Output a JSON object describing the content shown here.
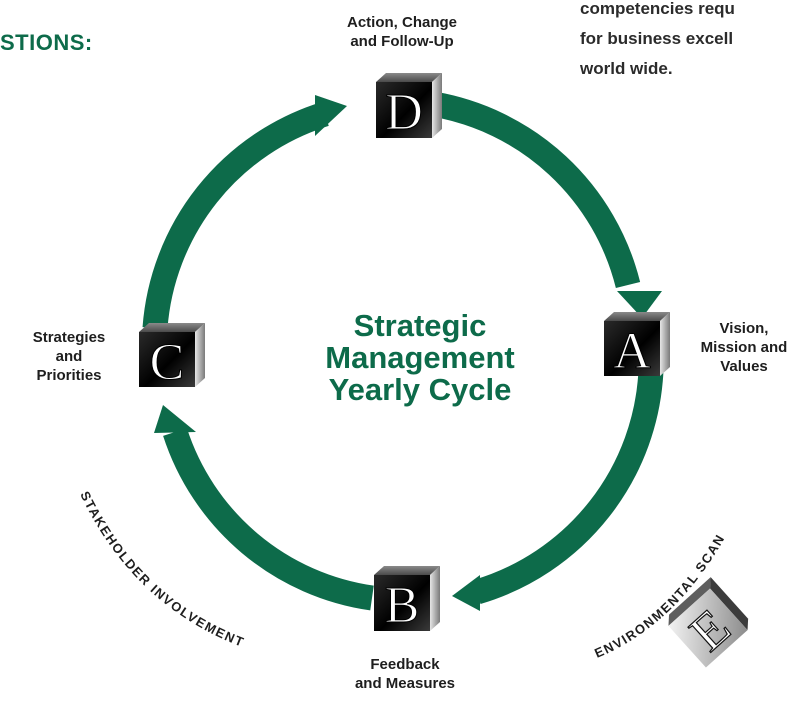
{
  "header": {
    "partial_title": "STIONS:"
  },
  "note": {
    "lines": [
      "competencies requ",
      "for business excell",
      "world wide."
    ]
  },
  "center": {
    "lines": [
      "Strategic",
      "Management",
      "Yearly Cycle"
    ]
  },
  "steps": {
    "D": {
      "letter": "D",
      "lines": [
        "Action, Change",
        "and Follow-Up"
      ]
    },
    "A": {
      "letter": "A",
      "lines": [
        "Vision,",
        "Mission and",
        "Values"
      ]
    },
    "B": {
      "letter": "B",
      "lines": [
        "Feedback",
        "and Measures"
      ]
    },
    "C": {
      "letter": "C",
      "lines": [
        "Strategies",
        "and",
        "Priorities"
      ]
    },
    "E": {
      "letter": "E"
    }
  },
  "arcs": {
    "stakeholder": "STAKEHOLDER INVOLVEMENT",
    "environmental": "ENVIRONMENTAL SCAN"
  },
  "colors": {
    "brand_green": "#0d6b4a",
    "block_dark": "#1a1a1a",
    "block_light": "#bdbdbd"
  }
}
